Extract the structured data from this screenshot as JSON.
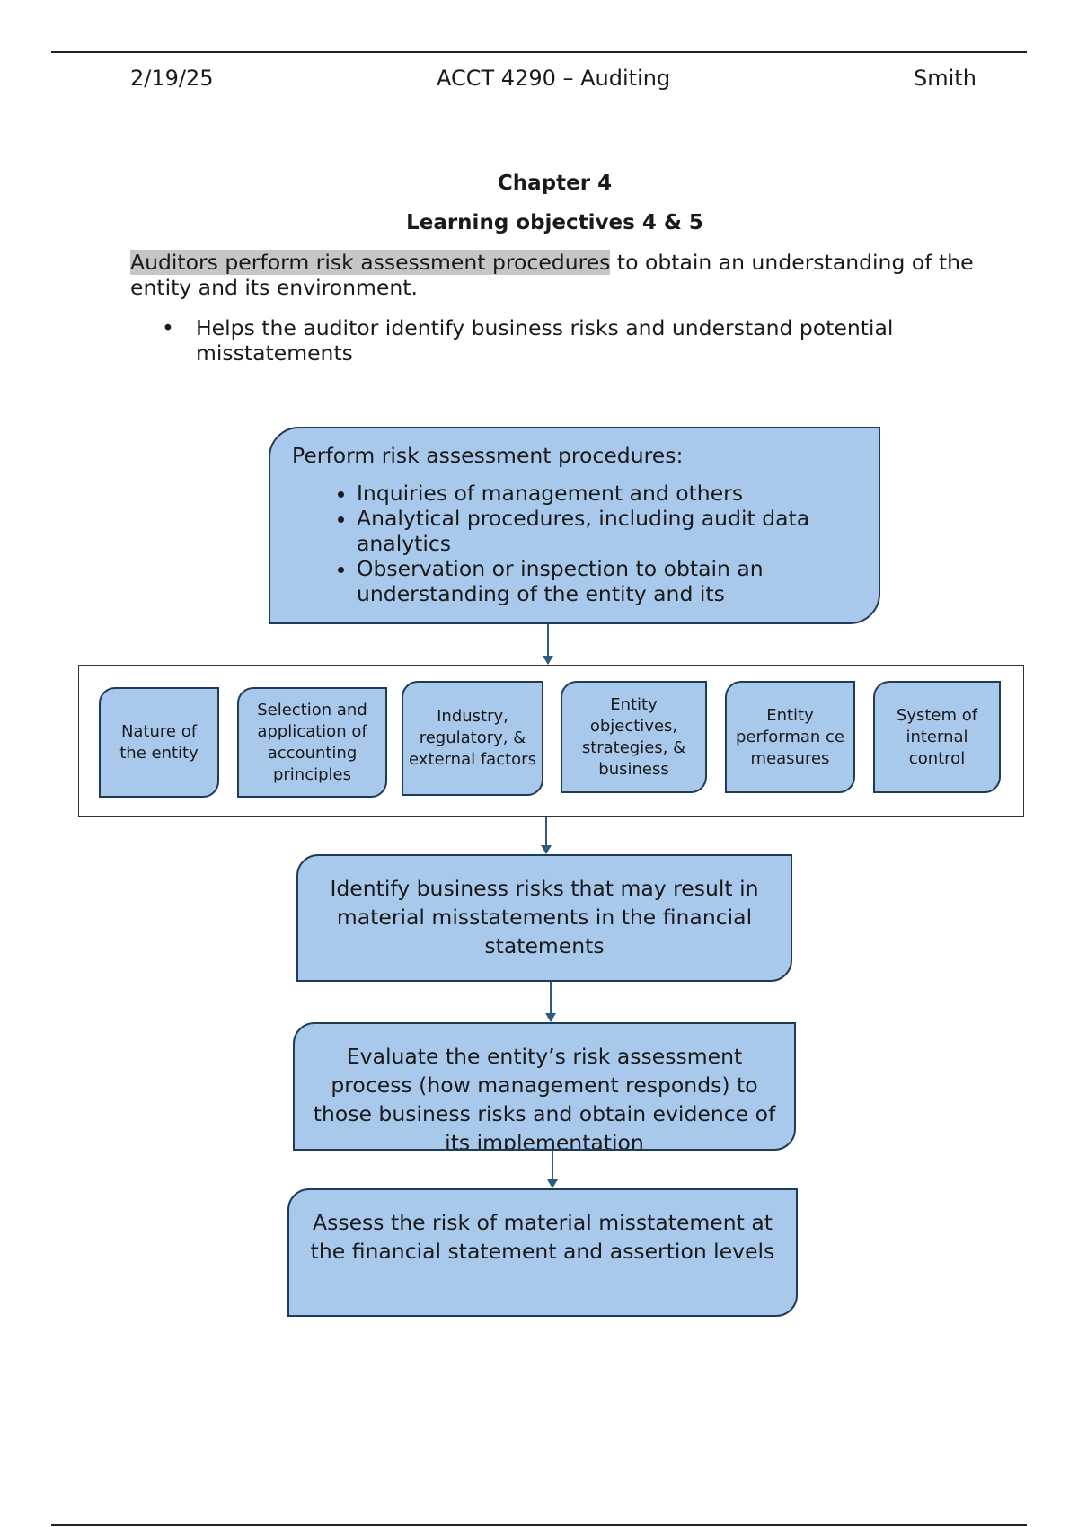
{
  "header": {
    "date": "2/19/25",
    "course": "ACCT 4290 – Auditing",
    "author": "Smith"
  },
  "titles": {
    "chapter": "Chapter 4",
    "objectives": "Learning objectives 4 & 5"
  },
  "intro": {
    "highlighted": "Auditors perform risk assessment procedures",
    "rest": " to obtain an understanding of the entity and its environment."
  },
  "bullets": [
    "Helps the auditor identify business risks and understand potential misstatements"
  ],
  "diagram": {
    "top_box": {
      "title": "Perform risk assessment procedures:",
      "items": [
        "Inquiries of management and others",
        "Analytical procedures, including audit data analytics",
        "Observation or inspection to obtain an understanding of the entity and its"
      ]
    },
    "factors": [
      "Nature of the entity",
      "Selection and application of accounting principles",
      "Industry, regulatory, & external factors",
      "Entity objectives, strategies, & business",
      "Entity performan ce measures",
      "System of internal control"
    ],
    "steps": [
      "Identify business risks that may result in material misstatements in the financial statements",
      "Evaluate the entity’s risk assessment process (how management responds) to those business risks and obtain evidence of its implementation",
      "Assess the risk of material misstatement at the financial statement and assertion levels"
    ]
  }
}
